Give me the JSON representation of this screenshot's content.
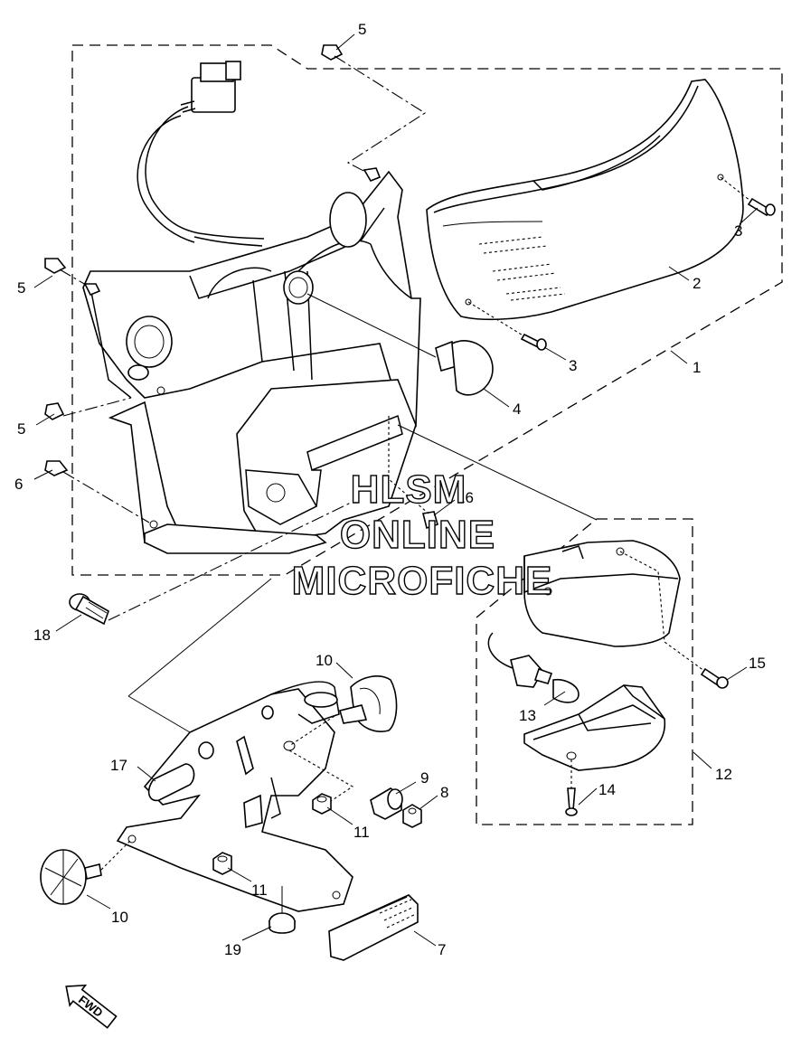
{
  "diagram": {
    "watermark": [
      "HLSM",
      "ONLINE",
      "MICROFICHE"
    ],
    "direction_label": "FWD",
    "callouts": {
      "c1": "1",
      "c2": "2",
      "c3a": "3",
      "c3b": "3",
      "c4": "4",
      "c5a": "5",
      "c5b": "5",
      "c5c": "5",
      "c6": "6",
      "c7": "7",
      "c8": "8",
      "c9": "9",
      "c10a": "10",
      "c10b": "10",
      "c11a": "11",
      "c11b": "11",
      "c12": "12",
      "c13": "13",
      "c14": "14",
      "c15": "15",
      "c16": "16",
      "c17": "17",
      "c18": "18",
      "c19": "19"
    }
  }
}
